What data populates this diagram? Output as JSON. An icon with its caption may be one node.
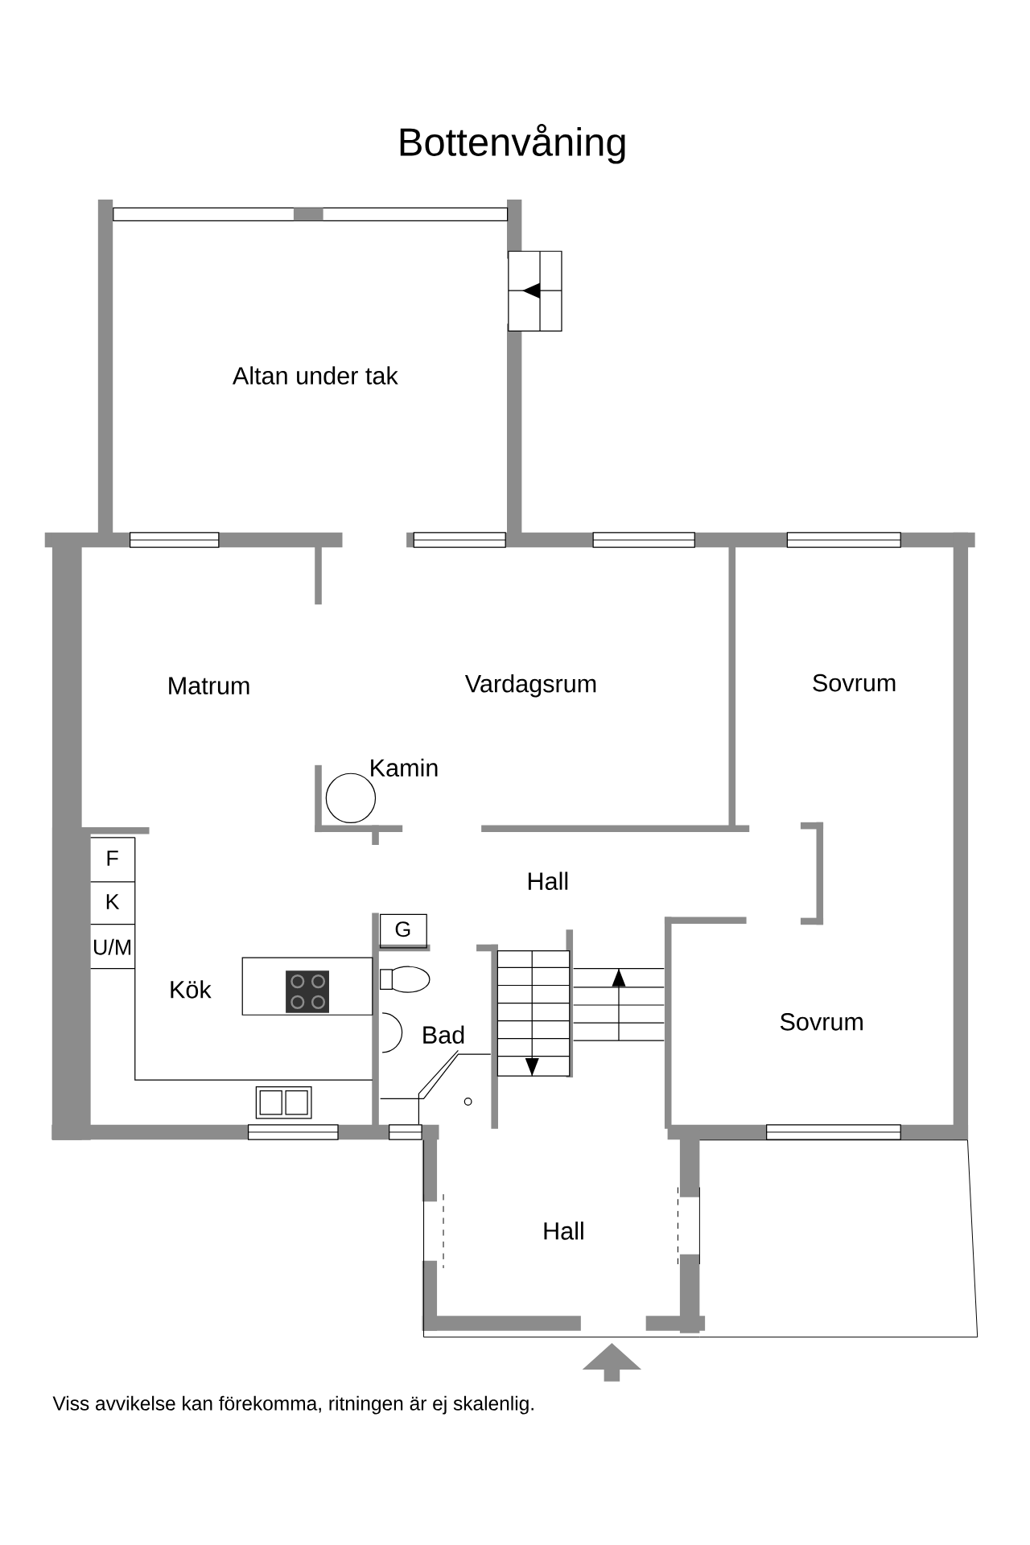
{
  "diagram": {
    "title": "Bottenvåning",
    "caption": "Viss avvikelse kan förekomma, ritningen är ej skalenlig.",
    "labels": [
      "Altan under tak",
      "Matrum",
      "Vardagsrum",
      "Sovrum",
      "Kamin",
      "F",
      "Hall",
      "G",
      "K",
      "U/M",
      "Kök",
      "Bad",
      "Sovrum",
      "Hall"
    ]
  }
}
